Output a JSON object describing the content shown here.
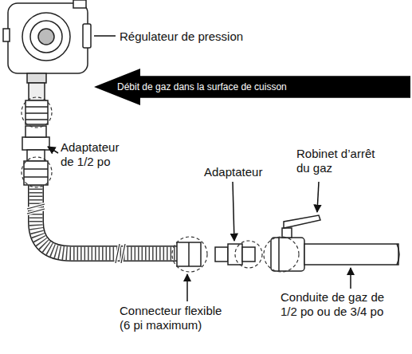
{
  "diagram": {
    "nodes": [
      {
        "text": [
          "Débit de gaz dans la surface de cuisson"
        ]
      }
    ],
    "labels": [
      "Régulateur de pression",
      "Adaptateur de 1/2 po",
      "Adaptateur",
      "Robinet d’arrêt du gaz",
      "Connecteur flexible (6 pi maximum)",
      "Conduite de gaz de 1/2 po ou de 3/4 po"
    ]
  }
}
